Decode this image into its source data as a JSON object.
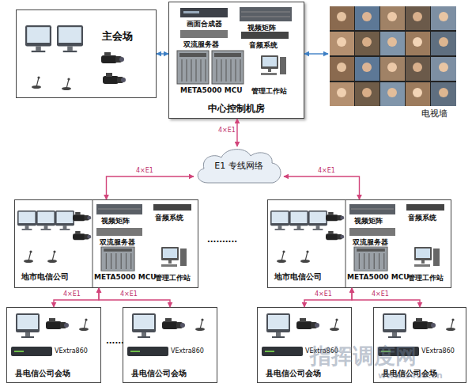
{
  "diagram": {
    "nodes": [
      {
        "text": [
          "主会场"
        ]
      },
      {
        "text": [
          "中心控制机房"
        ]
      },
      {
        "text": [
          "电视墙"
        ]
      },
      {
        "text": [
          "E1 专线网络"
        ]
      },
      {
        "text": [
          "地市电信公司"
        ]
      },
      {
        "text": [
          "地市电信公司"
        ]
      },
      {
        "text": [
          "VExtra860",
          "县电信公司会场"
        ]
      },
      {
        "text": [
          "VExtra860",
          "县电信公司会场"
        ]
      },
      {
        "text": [
          "VExtra860",
          "县电信公司会场"
        ]
      },
      {
        "text": [
          "VExtra860",
          "县电信公司会场"
        ]
      }
    ],
    "edges": [
      {
        "from": 0,
        "to": 1,
        "arrow": "both"
      },
      {
        "from": 1,
        "to": 2,
        "arrow": "both"
      },
      {
        "from": 1,
        "to": 3,
        "label": "4×E1",
        "arrow": "both"
      },
      {
        "from": 3,
        "to": 4,
        "label": "4×E1",
        "arrow": "both"
      },
      {
        "from": 3,
        "to": 5,
        "label": "4×E1",
        "arrow": "both"
      },
      {
        "from": 4,
        "to": 6,
        "label": "4×E1",
        "arrow": "both"
      },
      {
        "from": 4,
        "to": 7,
        "label": "4×E1",
        "arrow": "both"
      },
      {
        "from": 5,
        "to": 8,
        "label": "4×E1",
        "arrow": "both"
      },
      {
        "from": 5,
        "to": 9,
        "label": "4×E1",
        "arrow": "both"
      }
    ],
    "labels": [
      "画面合成器",
      "视频矩阵",
      "双流服务器",
      "音频系统",
      "META5000 MCU",
      "管理工作站",
      "视频矩阵",
      "音频系统",
      "双流服务器",
      "META5000 MCU",
      "管理工作站",
      "视频矩阵",
      "音频系统",
      "双流服务器",
      "META5000 MCU",
      "管理工作站",
      "··········",
      "······",
      "指挥调度网",
      "www.s4oo.cn"
    ]
  }
}
